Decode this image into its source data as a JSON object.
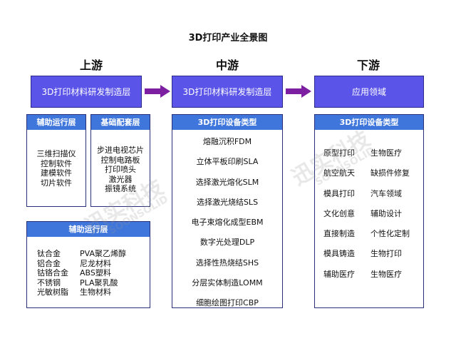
{
  "title": "3D打印产业全景图",
  "stages": {
    "upstream": "上游",
    "midstream": "中游",
    "downstream": "下游"
  },
  "layers": {
    "upstream": "3D打印材料研发制造层",
    "midstream": "3D打印材料研发制造层",
    "downstream": "应用领域"
  },
  "panels": {
    "aux_top": {
      "title": "辅助运行层",
      "items": [
        "三维扫描仪",
        "控制软件",
        "建模软件",
        "切片软件"
      ]
    },
    "base": {
      "title": "基础配套层",
      "items": [
        "步进电视芯片",
        "控制电路板",
        "打印喷头",
        "激光器",
        "振镜系统"
      ]
    },
    "aux_bottom": {
      "title": "辅助运行层",
      "col1": [
        "钛合金",
        "铝合金",
        "钴铬合金",
        "不锈钢",
        "光敏树脂"
      ],
      "col2": [
        "PVA聚乙烯醇",
        "尼龙材料",
        "ABS塑料",
        "PLA聚乳酸",
        "生物材料"
      ]
    },
    "equipment": {
      "title": "3D打印设备类型",
      "items": [
        "熔融沉积FDM",
        "立体平板印刷SLA",
        "选择激光熔化SLM",
        "选择激光烧结SLS",
        "电子束熔化成型EBM",
        "数字光处理DLP",
        "选择性热烧结SHS",
        "分层实体制造LOMM",
        "细胞绘图打印CBP"
      ]
    },
    "applications": {
      "title": "3D打印设备类型",
      "col1": [
        "原型打印",
        "航空航天",
        "模具打印",
        "文化创意",
        "直接制造",
        "模具铸造",
        "辅助医疗"
      ],
      "col2": [
        "生物医疗",
        "缺损件修复",
        "汽车领域",
        "辅助设计",
        "个性化定制",
        "生物打印",
        "生物医疗"
      ]
    }
  },
  "watermark": {
    "cn": "迅实科技",
    "en": "SOONSOLID"
  },
  "colors": {
    "layer_fill": "#5b54e8",
    "panel_header": "#3f76db",
    "panel_border": "#2a2f7a",
    "arrow": "#7c1fa0"
  }
}
